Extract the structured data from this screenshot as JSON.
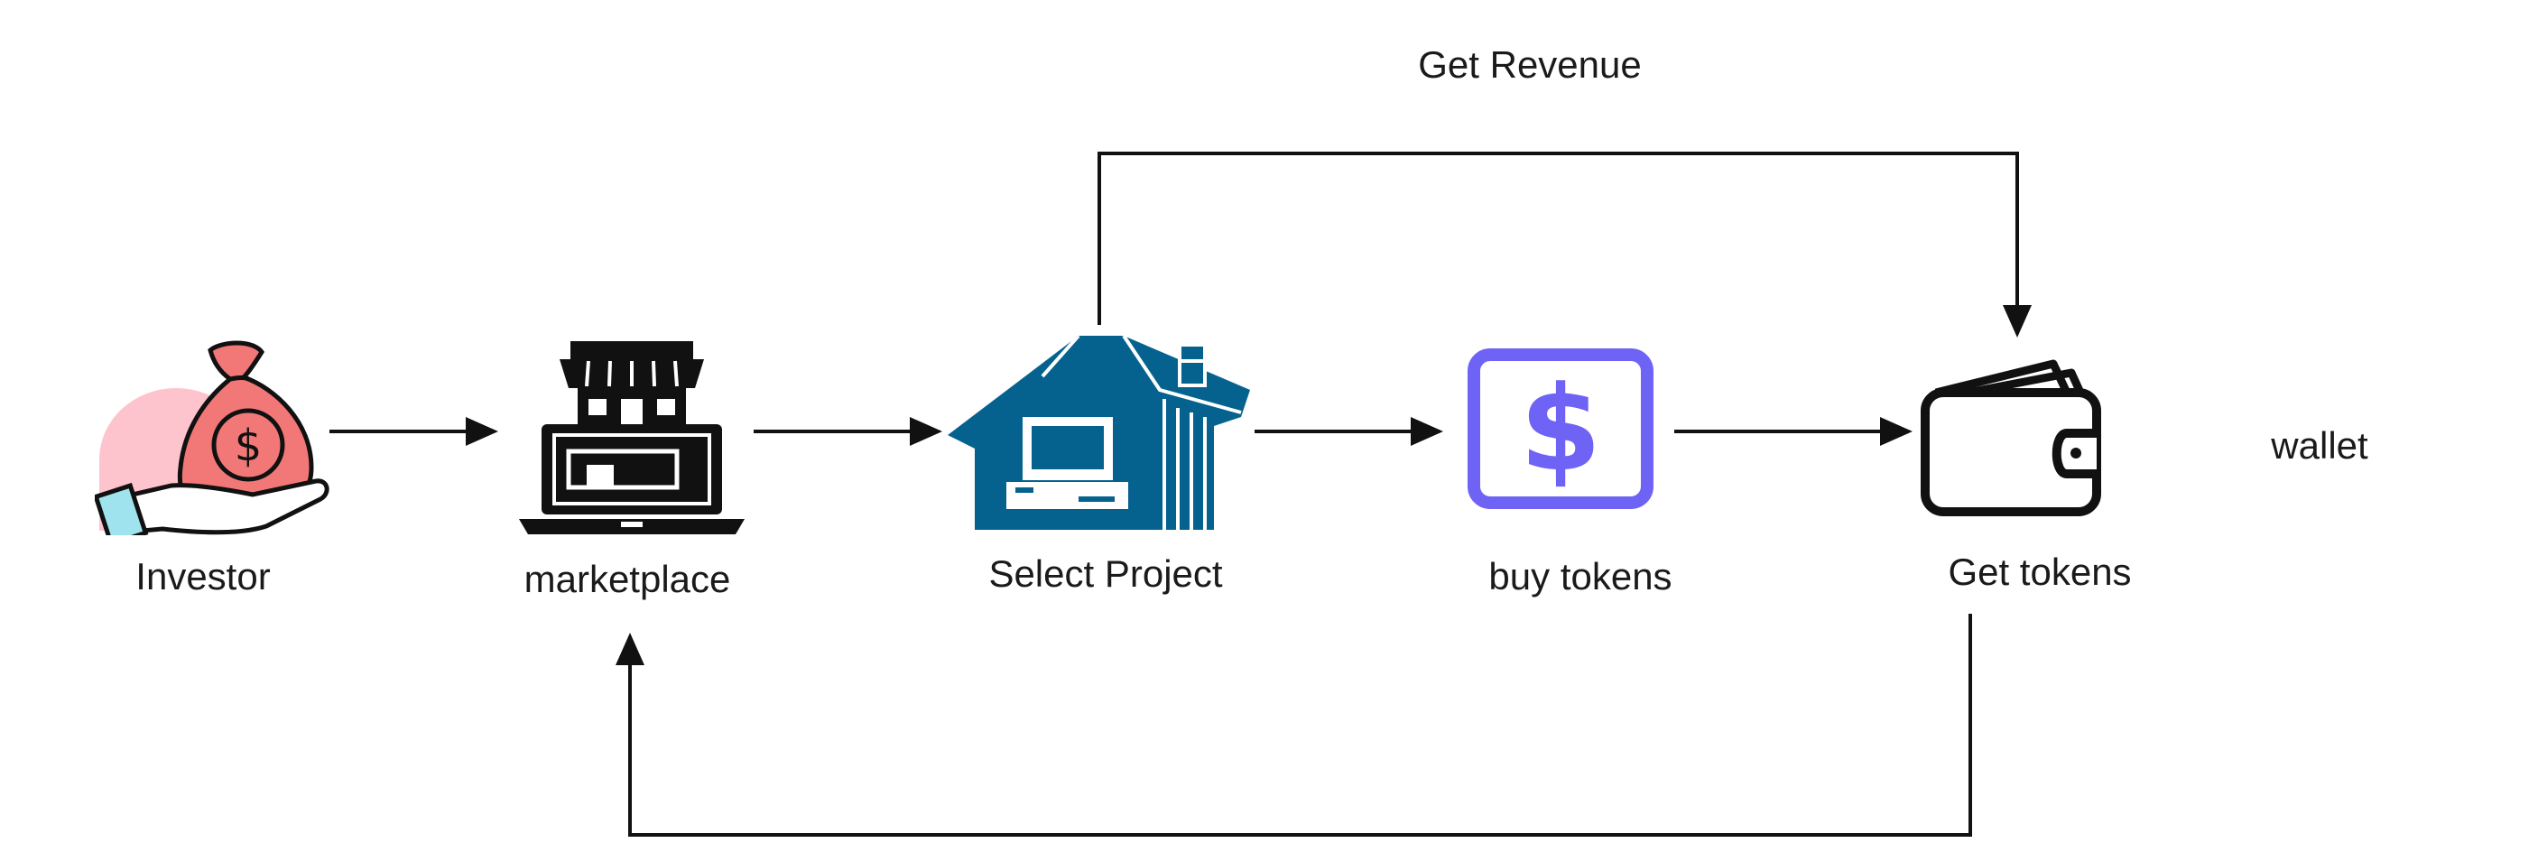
{
  "labels": {
    "get_revenue": "Get Revenue",
    "investor": "Investor",
    "marketplace": "marketplace",
    "select_project": "Select Project",
    "buy_tokens": "buy tokens",
    "get_tokens": "Get tokens",
    "wallet": "wallet"
  },
  "colors": {
    "arrow": "#111111",
    "project_house": "#05628f",
    "token_accent": "#6e63f5",
    "money_bag": "#f27878",
    "investor_bg": "#fdc4cd",
    "hand": "#9fe3ee"
  },
  "icons": {
    "investor": "money-bag-hand-icon",
    "marketplace": "storefront-laptop-icon",
    "select_project": "house-computer-icon",
    "buy_tokens": "dollar-token-icon",
    "get_tokens": "wallet-icon"
  }
}
